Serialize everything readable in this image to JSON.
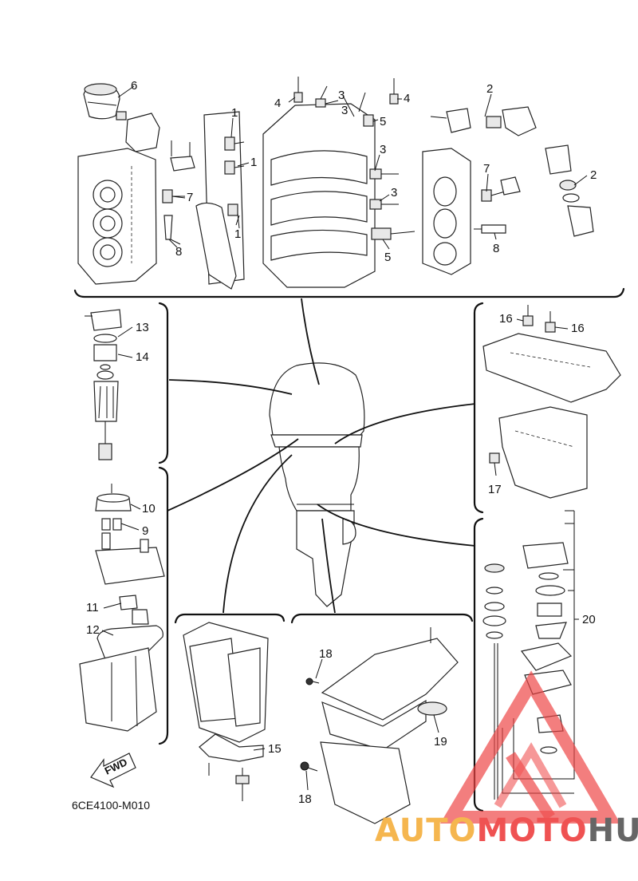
{
  "colors": {
    "line_art": "#111111",
    "watermark_red": "#ee4444",
    "watermark_orange": "#f5b041",
    "watermark_gray": "#5a5a5a"
  },
  "callouts": [
    {
      "id": "c1a",
      "label": "1"
    },
    {
      "id": "c1b",
      "label": "1"
    },
    {
      "id": "c1c",
      "label": "1"
    },
    {
      "id": "c2a",
      "label": "2"
    },
    {
      "id": "c2b",
      "label": "2"
    },
    {
      "id": "c3a",
      "label": "3"
    },
    {
      "id": "c3b",
      "label": "3"
    },
    {
      "id": "c3c",
      "label": "3"
    },
    {
      "id": "c3d",
      "label": "3"
    },
    {
      "id": "c4a",
      "label": "4"
    },
    {
      "id": "c4b",
      "label": "4"
    },
    {
      "id": "c5a",
      "label": "5"
    },
    {
      "id": "c5b",
      "label": "5"
    },
    {
      "id": "c6",
      "label": "6"
    },
    {
      "id": "c7a",
      "label": "7"
    },
    {
      "id": "c7b",
      "label": "7"
    },
    {
      "id": "c8a",
      "label": "8"
    },
    {
      "id": "c8b",
      "label": "8"
    },
    {
      "id": "c9",
      "label": "9"
    },
    {
      "id": "c10",
      "label": "10"
    },
    {
      "id": "c11",
      "label": "11"
    },
    {
      "id": "c12",
      "label": "12"
    },
    {
      "id": "c13",
      "label": "13"
    },
    {
      "id": "c14",
      "label": "14"
    },
    {
      "id": "c15",
      "label": "15"
    },
    {
      "id": "c16a",
      "label": "16"
    },
    {
      "id": "c16b",
      "label": "16"
    },
    {
      "id": "c17",
      "label": "17"
    },
    {
      "id": "c18a",
      "label": "18"
    },
    {
      "id": "c18b",
      "label": "18"
    },
    {
      "id": "c19",
      "label": "19"
    },
    {
      "id": "c20",
      "label": "20"
    }
  ],
  "fwd_label": "FWD",
  "diagram_code": "6CE4100-M010",
  "watermark": {
    "part1": "AUTO",
    "part2": "MOTO",
    "part3": "HUB"
  }
}
